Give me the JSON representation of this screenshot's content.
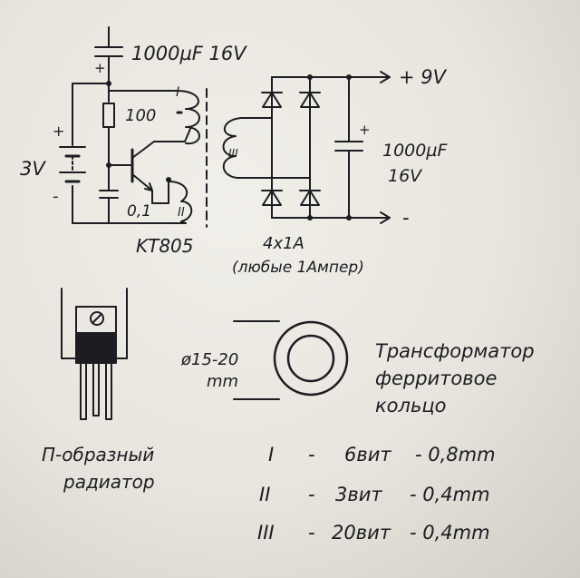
{
  "schematic": {
    "cap_top": "1000µF 16V",
    "battery_label": "3V",
    "battery_plus": "+",
    "battery_minus": "-",
    "resistor_label": "100",
    "cap_small_label": "0,1",
    "transistor_label": "KT805",
    "winding_1": "I",
    "winding_2": "II",
    "winding_3": "III",
    "out_plus": "+ 9V",
    "out_minus": "-",
    "cap_out_label_1": "1000µF",
    "cap_out_label_2": "16V",
    "cap_out_plus": "+",
    "cap_top_plus": "+",
    "diodes_label": "4x1A",
    "diodes_note": "(любые 1Ампер)"
  },
  "parts": {
    "ring_size": "ø15-20",
    "ring_unit": "mm",
    "ring_title_1": "Трансформатор",
    "ring_title_2": "ферритовое",
    "ring_title_3": "кольцо",
    "radiator_1": "П-образный",
    "radiator_2": "радиатор"
  },
  "windings": [
    {
      "num": "I",
      "dash": "-",
      "turns": "6вит",
      "wire": "- 0,8mm"
    },
    {
      "num": "II",
      "dash": "-",
      "turns": "3вит",
      "wire": "- 0,4mm"
    },
    {
      "num": "III",
      "dash": "-",
      "turns": "20вит",
      "wire": "- 0,4mm"
    }
  ]
}
